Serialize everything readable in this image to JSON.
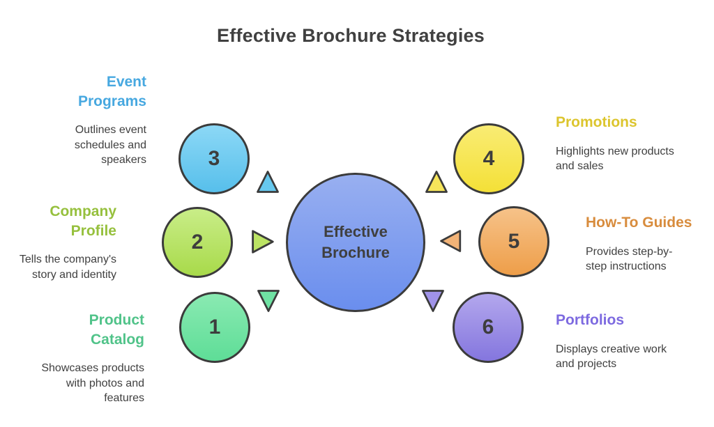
{
  "title": "Effective Brochure Strategies",
  "center": {
    "label": "Effective Brochure",
    "circle_top": "#98aff0",
    "circle_bottom": "#6a8eee"
  },
  "palette": {
    "stroke": "#3b3b3b",
    "body_text": "#404040",
    "background": "#ffffff"
  },
  "items": [
    {
      "number": "1",
      "heading": "Product Catalog",
      "description": "Showcases products with photos and features",
      "heading_color": "#50c389",
      "circle_top": "#8aeab2",
      "circle_bottom": "#5edd97",
      "triangle_fill": "#6fe2a3",
      "triangle_direction": "down"
    },
    {
      "number": "2",
      "heading": "Company Profile",
      "description": "Tells the company's story and identity",
      "heading_color": "#96c03d",
      "circle_top": "#c9ed88",
      "circle_bottom": "#a8da4a",
      "triangle_fill": "#bce464",
      "triangle_direction": "right"
    },
    {
      "number": "3",
      "heading": "Event Programs",
      "description": "Outlines event schedules and speakers",
      "heading_color": "#47a8e0",
      "circle_top": "#8cd8f6",
      "circle_bottom": "#57bfeb",
      "triangle_fill": "#66c8ee",
      "triangle_direction": "up"
    },
    {
      "number": "4",
      "heading": "Promotions",
      "description": "Highlights new products and sales",
      "heading_color": "#dcc52e",
      "circle_top": "#f9ec74",
      "circle_bottom": "#f4e037",
      "triangle_fill": "#f6e55a",
      "triangle_direction": "up"
    },
    {
      "number": "5",
      "heading": "How-To Guides",
      "description": "Provides step-by-step instructions",
      "heading_color": "#d88c3d",
      "circle_top": "#f6c289",
      "circle_bottom": "#ee9e49",
      "triangle_fill": "#f2b377",
      "triangle_direction": "left"
    },
    {
      "number": "6",
      "heading": "Portfolios",
      "description": "Displays creative work and projects",
      "heading_color": "#7d6ae0",
      "circle_top": "#b3a7ed",
      "circle_bottom": "#8476de",
      "triangle_fill": "#a093e8",
      "triangle_direction": "down"
    }
  ]
}
